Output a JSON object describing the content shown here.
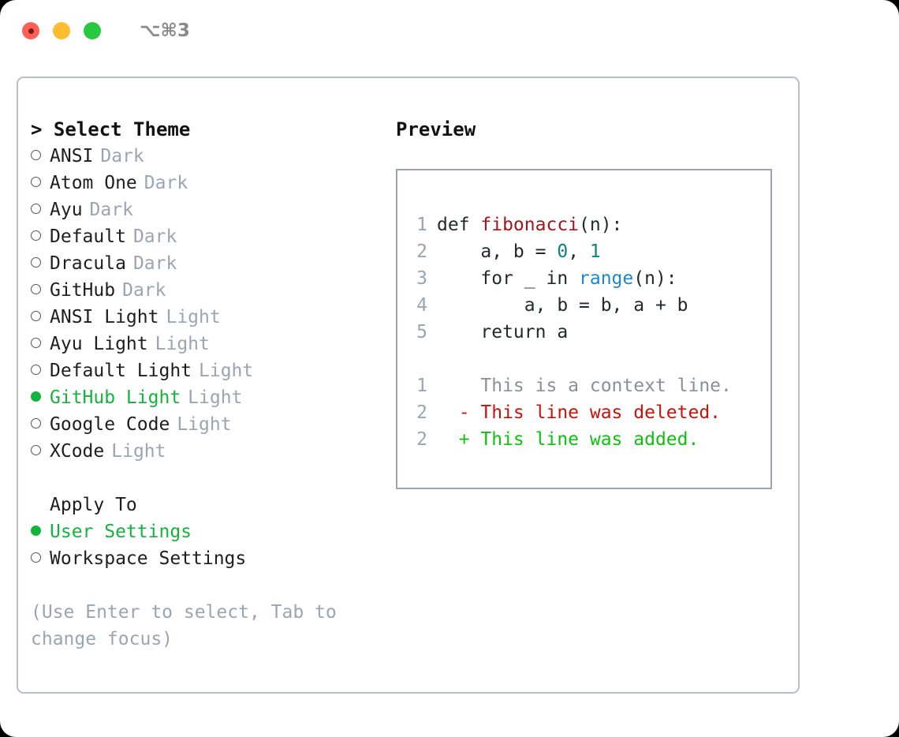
{
  "titlebar": {
    "shortcut": "⌥⌘3",
    "lights": [
      "close",
      "minimize",
      "zoom"
    ]
  },
  "theme_panel": {
    "title": "> Select Theme",
    "items": [
      {
        "label": "ANSI",
        "badge": "Dark",
        "selected": false
      },
      {
        "label": "Atom One",
        "badge": "Dark",
        "selected": false
      },
      {
        "label": "Ayu",
        "badge": "Dark",
        "selected": false
      },
      {
        "label": "Default",
        "badge": "Dark",
        "selected": false
      },
      {
        "label": "Dracula",
        "badge": "Dark",
        "selected": false
      },
      {
        "label": "GitHub",
        "badge": "Dark",
        "selected": false
      },
      {
        "label": "ANSI Light",
        "badge": "Light",
        "selected": false
      },
      {
        "label": "Ayu Light",
        "badge": "Light",
        "selected": false
      },
      {
        "label": "Default Light",
        "badge": "Light",
        "selected": false
      },
      {
        "label": "GitHub Light",
        "badge": "Light",
        "selected": true
      },
      {
        "label": "Google Code",
        "badge": "Light",
        "selected": false
      },
      {
        "label": "XCode",
        "badge": "Light",
        "selected": false
      }
    ]
  },
  "apply_to": {
    "title": "Apply To",
    "items": [
      {
        "label": "User Settings",
        "selected": true
      },
      {
        "label": "Workspace Settings",
        "selected": false
      }
    ]
  },
  "hint": "(Use Enter to select, Tab to change focus)",
  "preview": {
    "title": "Preview",
    "code_lines": [
      {
        "num": "1",
        "tokens": [
          {
            "text": "def ",
            "cls": "tok-def"
          },
          {
            "text": "fibonacci",
            "cls": "tok-fn"
          },
          {
            "text": "(n):",
            "cls": "tok-punct"
          }
        ]
      },
      {
        "num": "2",
        "tokens": [
          {
            "text": "    a, b = ",
            "cls": "tok-punct"
          },
          {
            "text": "0",
            "cls": "tok-num"
          },
          {
            "text": ", ",
            "cls": "tok-punct"
          },
          {
            "text": "1",
            "cls": "tok-num"
          }
        ]
      },
      {
        "num": "3",
        "tokens": [
          {
            "text": "    for _ in ",
            "cls": "tok-punct"
          },
          {
            "text": "range",
            "cls": "tok-builtin"
          },
          {
            "text": "(n):",
            "cls": "tok-punct"
          }
        ]
      },
      {
        "num": "4",
        "tokens": [
          {
            "text": "        a, b = b, a + b",
            "cls": "tok-punct"
          }
        ]
      },
      {
        "num": "5",
        "tokens": [
          {
            "text": "    return a",
            "cls": "tok-punct"
          }
        ]
      }
    ],
    "diff_lines": [
      {
        "num": "1",
        "marker": "  ",
        "text": "This is a context line.",
        "cls": "diff-ctx"
      },
      {
        "num": "2",
        "marker": "- ",
        "text": "This line was deleted.",
        "cls": "diff-del"
      },
      {
        "num": "2",
        "marker": "+ ",
        "text": "This line was added.",
        "cls": "diff-add"
      }
    ]
  },
  "colors": {
    "accent_green": "#14b33a",
    "muted": "#9aa5b4",
    "border": "#b7bfcb",
    "preview_border": "#9aa5b4",
    "diff_add": "#0ec10e",
    "diff_del": "#c9120c",
    "fn_red": "#a4161a",
    "num_teal": "#0d8080",
    "builtin_blue": "#1a88c9"
  }
}
